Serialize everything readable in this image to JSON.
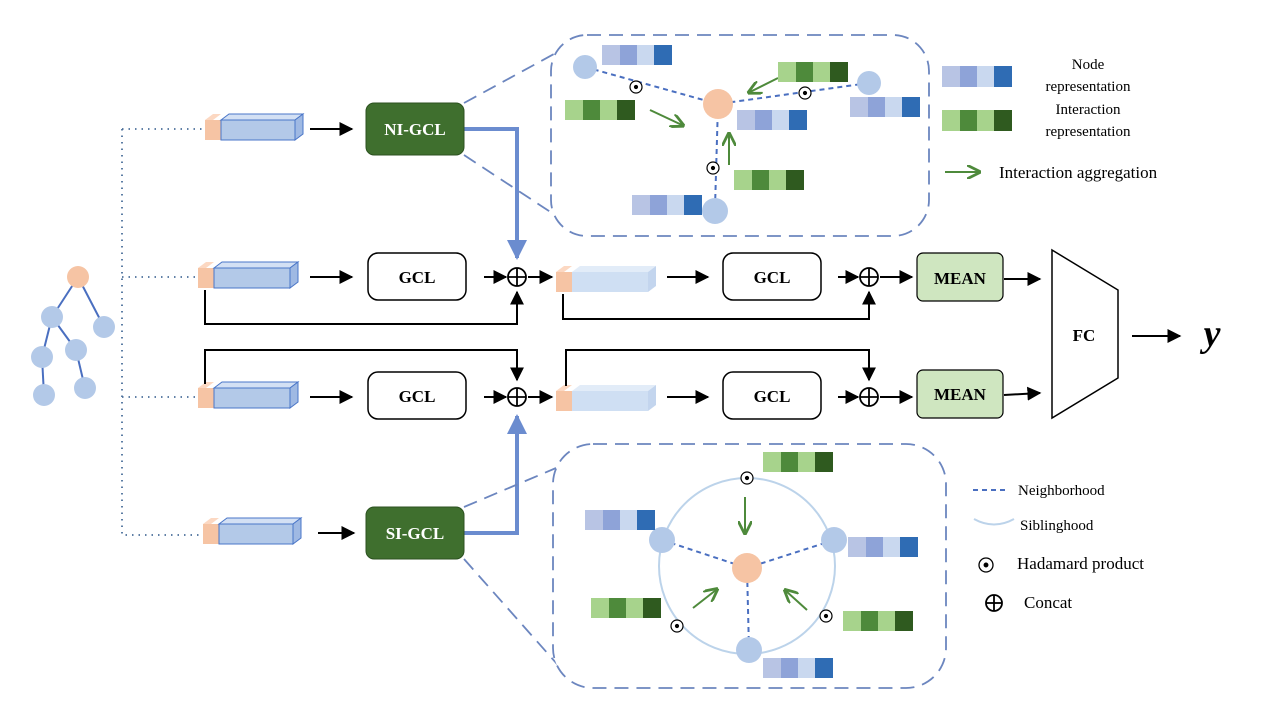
{
  "blocks": {
    "ni_gcl": "NI-GCL",
    "si_gcl": "SI-GCL",
    "gcl": "GCL",
    "mean": "MEAN",
    "fc": "FC",
    "output": "y"
  },
  "legend_top": {
    "node_line1": "Node",
    "node_line2": "representation",
    "interaction_line1": "Interaction",
    "interaction_line2": "representation",
    "aggregation": "Interaction aggregation"
  },
  "legend_bottom": {
    "neighborhood": "Neighborhood",
    "siblinghood": "Siblinghood",
    "hadamard": "Hadamard product",
    "concat": "Concat"
  },
  "colors": {
    "gcl_green_dark": "#3f6f2e",
    "mean_green_light": "#cfe6c0",
    "node_blue": "#b3c9e8",
    "node_orange": "#f6c4a4",
    "edge_blue": "#4a6fc0",
    "arrow_green": "#4e8a3b",
    "dashed_outline": "#6c86bf",
    "siblinghood_circle": "#bcd3ea",
    "node_strip": [
      "#b8c4e4",
      "#8ea3d8",
      "#c9d8ef",
      "#2f6cb4"
    ],
    "interaction_strip": [
      "#a7d38c",
      "#4e8a3b",
      "#a7d38c",
      "#2f5a1f"
    ]
  }
}
